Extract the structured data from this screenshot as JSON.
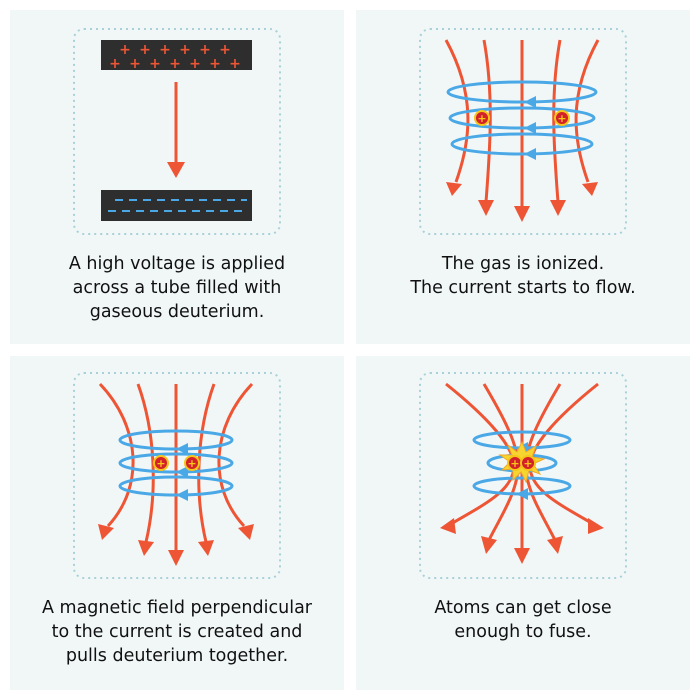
{
  "panels": [
    {
      "step": "voltage-applied",
      "caption": [
        "A high voltage is applied",
        "across a tube filled with",
        "gaseous deuterium."
      ]
    },
    {
      "step": "gas-ionized",
      "caption": [
        "The gas is ionized.",
        "The current starts to flow."
      ]
    },
    {
      "step": "magnetic-field",
      "caption": [
        "A magnetic field perpendicular",
        "to the current is created and",
        "pulls deuterium together."
      ]
    },
    {
      "step": "atoms-fuse",
      "caption": [
        "Atoms can get close",
        "enough to fuse."
      ]
    }
  ],
  "symbols": {
    "positive": "+",
    "negative": "−"
  },
  "colors": {
    "panel_bg": "#f1f7f7",
    "current": "#ee5535",
    "field": "#4ba8e6",
    "plate": "#2e2e2e",
    "ion": "#d3202a",
    "ion_ring": "#f5c518",
    "spark": "#f7d530",
    "dotted_border": "#a9d1d9"
  }
}
